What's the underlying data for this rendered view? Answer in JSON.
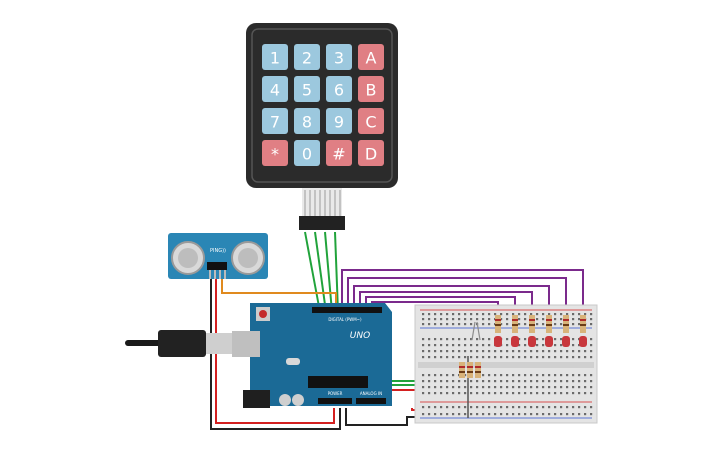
{
  "keypad": {
    "rows": [
      [
        "1",
        "2",
        "3",
        "A"
      ],
      [
        "4",
        "5",
        "6",
        "B"
      ],
      [
        "7",
        "8",
        "9",
        "C"
      ],
      [
        "*",
        "0",
        "#",
        "D"
      ]
    ],
    "colors": {
      "blue": "#9cc8de",
      "red": "#e07f84",
      "body": "#2b2b2b",
      "frame": "#3c3c3c"
    }
  },
  "sensor": {
    "label": "PING))"
  },
  "arduino": {
    "brand": "UNO",
    "labels": {
      "digital": "DIGITAL (PWM~)",
      "power": "POWER",
      "analog": "ANALOG IN"
    }
  },
  "breadboard": {
    "led_color": "#c8373c",
    "led_count": 6
  },
  "wire_colors": {
    "green": "#21a33b",
    "purple": "#7b2a8c",
    "orange": "#e08a1e",
    "red": "#d42020",
    "black": "#222222"
  }
}
